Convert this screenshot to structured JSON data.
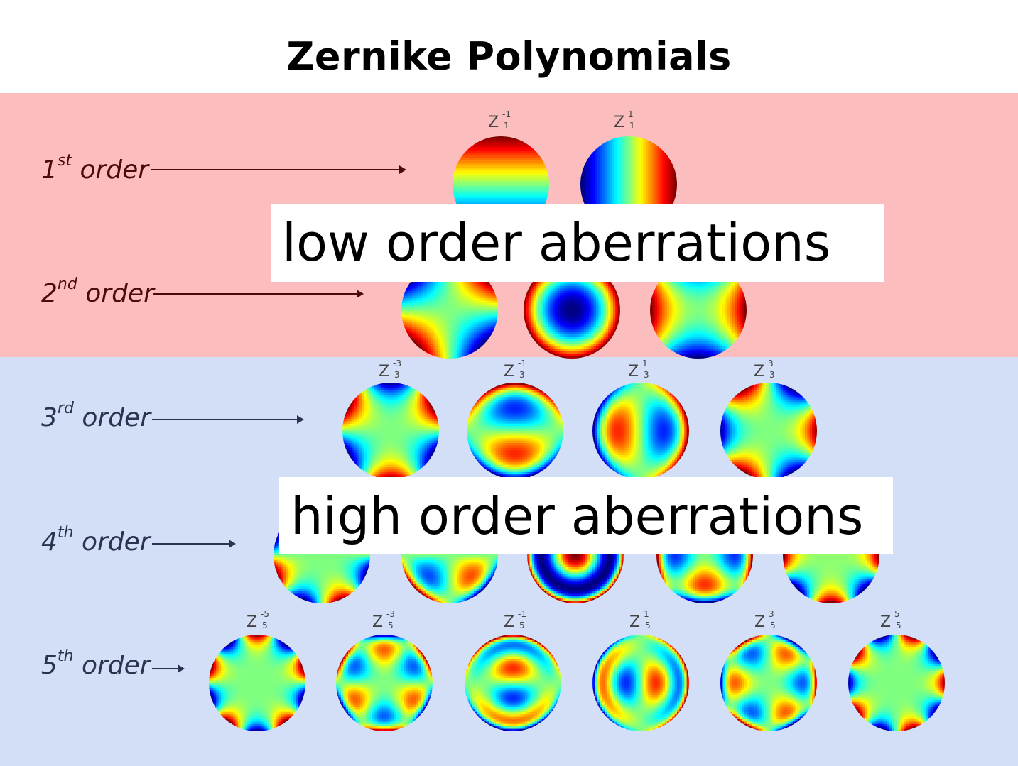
{
  "title": "Zernike Polynomials",
  "colors": {
    "low_band": "#fbbdbd",
    "high_band": "#d3dff7",
    "low_label": "#4a0b0b",
    "high_label": "#2b3350"
  },
  "orders": [
    {
      "num": "1",
      "sup": "st",
      "word": "order"
    },
    {
      "num": "2",
      "sup": "nd",
      "word": "order"
    },
    {
      "num": "3",
      "sup": "rd",
      "word": "order"
    },
    {
      "num": "4",
      "sup": "th",
      "word": "order"
    },
    {
      "num": "5",
      "sup": "th",
      "word": "order"
    }
  ],
  "z_symbol": "Z",
  "z_labels": {
    "order1": [
      {
        "sup": "-1",
        "sub": "1"
      },
      {
        "sup": "1",
        "sub": "1"
      }
    ],
    "order3": [
      {
        "sup": "-3",
        "sub": "3"
      },
      {
        "sup": "-1",
        "sub": "3"
      },
      {
        "sup": "1",
        "sub": "3"
      },
      {
        "sup": "3",
        "sub": "3"
      }
    ],
    "order5": [
      {
        "sup": "-5",
        "sub": "5"
      },
      {
        "sup": "-3",
        "sub": "5"
      },
      {
        "sup": "-1",
        "sub": "5"
      },
      {
        "sup": "1",
        "sub": "5"
      },
      {
        "sup": "3",
        "sub": "5"
      },
      {
        "sup": "5",
        "sub": "5"
      }
    ]
  },
  "overlays": {
    "low": "low order aberrations",
    "high": "high order aberrations"
  },
  "polynomials": [
    {
      "n": 1,
      "m": -1,
      "colormap": "jet"
    },
    {
      "n": 1,
      "m": 1,
      "colormap": "jet"
    },
    {
      "n": 2,
      "m": -2,
      "colormap": "jet"
    },
    {
      "n": 2,
      "m": 0,
      "colormap": "jet"
    },
    {
      "n": 2,
      "m": 2,
      "colormap": "jet"
    },
    {
      "n": 3,
      "m": -3,
      "colormap": "jet"
    },
    {
      "n": 3,
      "m": -1,
      "colormap": "jet"
    },
    {
      "n": 3,
      "m": 1,
      "colormap": "jet"
    },
    {
      "n": 3,
      "m": 3,
      "colormap": "jet"
    },
    {
      "n": 4,
      "m": -4,
      "colormap": "jet"
    },
    {
      "n": 4,
      "m": -2,
      "colormap": "jet"
    },
    {
      "n": 4,
      "m": 0,
      "colormap": "jet"
    },
    {
      "n": 4,
      "m": 2,
      "colormap": "jet"
    },
    {
      "n": 4,
      "m": 4,
      "colormap": "jet"
    },
    {
      "n": 5,
      "m": -5,
      "colormap": "jet"
    },
    {
      "n": 5,
      "m": -3,
      "colormap": "jet"
    },
    {
      "n": 5,
      "m": -1,
      "colormap": "jet"
    },
    {
      "n": 5,
      "m": 1,
      "colormap": "jet"
    },
    {
      "n": 5,
      "m": 3,
      "colormap": "jet"
    },
    {
      "n": 5,
      "m": 5,
      "colormap": "jet"
    }
  ]
}
